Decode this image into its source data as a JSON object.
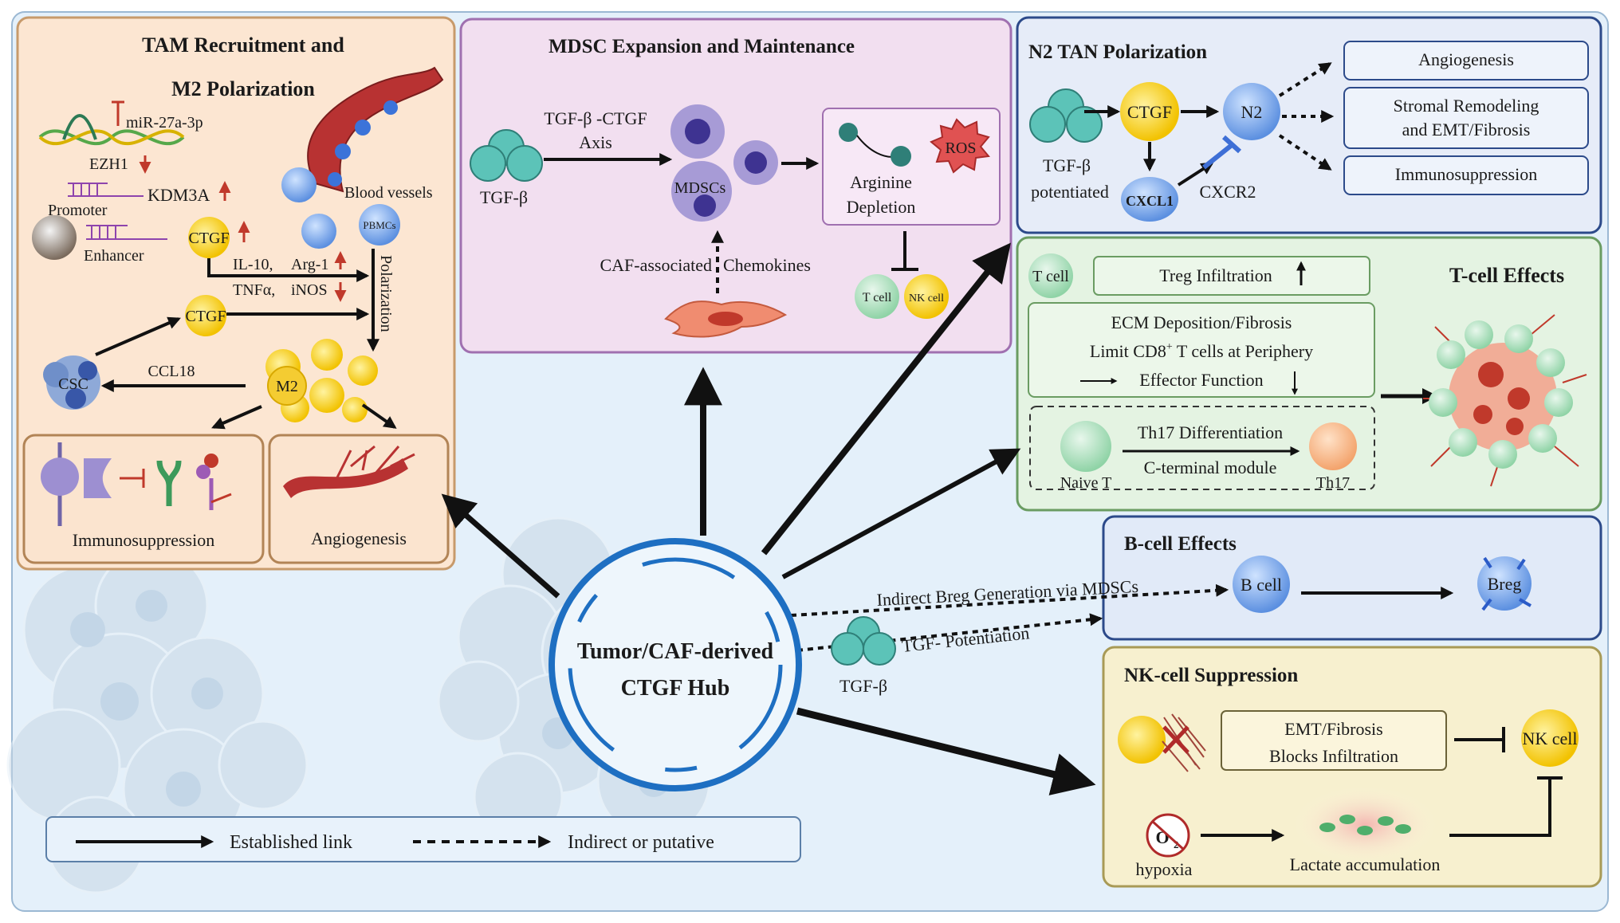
{
  "hub": {
    "line1": "Tumor/CAF-derived",
    "line2": "CTGF Hub",
    "tgfb": "TGF-β"
  },
  "tam": {
    "title1": "TAM Recruitment and",
    "title2": "M2 Polarization",
    "mirna": "miR-27a-3p",
    "ezh1": "EZH1",
    "kdm3a": "KDM3A",
    "promoter": "Promoter",
    "enhancer": "Enhancer",
    "blood_vessels": "Blood vessels",
    "pbmcs": "PBMCs",
    "ctgf": "CTGF",
    "il10": "IL-10,",
    "arg1": "Arg-1",
    "tnfa": "TNFα,",
    "inos": "iNOS",
    "polarization": "Polarization",
    "ccl18": "CCL18",
    "csc": "CSC",
    "m2": "M2",
    "immunosuppression": "Immunosuppression",
    "angiogenesis": "Angiogenesis"
  },
  "mdsc": {
    "title": "MDSC Expansion and Maintenance",
    "axis1": "TGF-β -CTGF",
    "axis2": "Axis",
    "tgfb": "TGF-β",
    "mdscs": "MDSCs",
    "ros": "ROS",
    "arginine1": "Arginine",
    "arginine2": "Depletion",
    "caf_assoc": "CAF-associated",
    "chemokines": "Chemokines",
    "tcell": "T cell",
    "nkcell": "NK cell"
  },
  "tan": {
    "title": "N2 TAN Polarization",
    "tgfb": "TGF-β",
    "potentiated": "potentiated",
    "ctgf": "CTGF",
    "n2": "N2",
    "cxcl1": "CXCL1",
    "cxcr2": "CXCR2",
    "out1": "Angiogenesis",
    "out2a": "Stromal Remodeling",
    "out2b": "and EMT/Fibrosis",
    "out3": "Immunosuppression"
  },
  "tcell": {
    "title": "T-cell Effects",
    "tcell_label": "T cell",
    "treg": "Treg Infiltration",
    "ecm": "ECM Deposition/Fibrosis",
    "limit_pre": "Limit CD8",
    "limit_sup": "+",
    "limit_post": " T cells at Periphery",
    "effector": "Effector Function",
    "th17diff": "Th17 Differentiation",
    "cterm": "C-terminal module",
    "naive": "Naive T",
    "th17": "Th17"
  },
  "bcell": {
    "title": "B-cell Effects",
    "bcell": "B cell",
    "breg": "Breg",
    "indirect": "Indirect Breg Generation via MDSCs",
    "potentiation": "TGF- Potentiation"
  },
  "nk": {
    "title": "NK-cell Suppression",
    "emt1": "EMT/Fibrosis",
    "emt2": "Blocks Infiltration",
    "nkcell": "NK cell",
    "hypoxia": "hypoxia",
    "o2": "O",
    "o2sub": "2",
    "lactate": "Lactate accumulation"
  },
  "legend": {
    "established": "Established link",
    "indirect": "Indirect or putative"
  }
}
